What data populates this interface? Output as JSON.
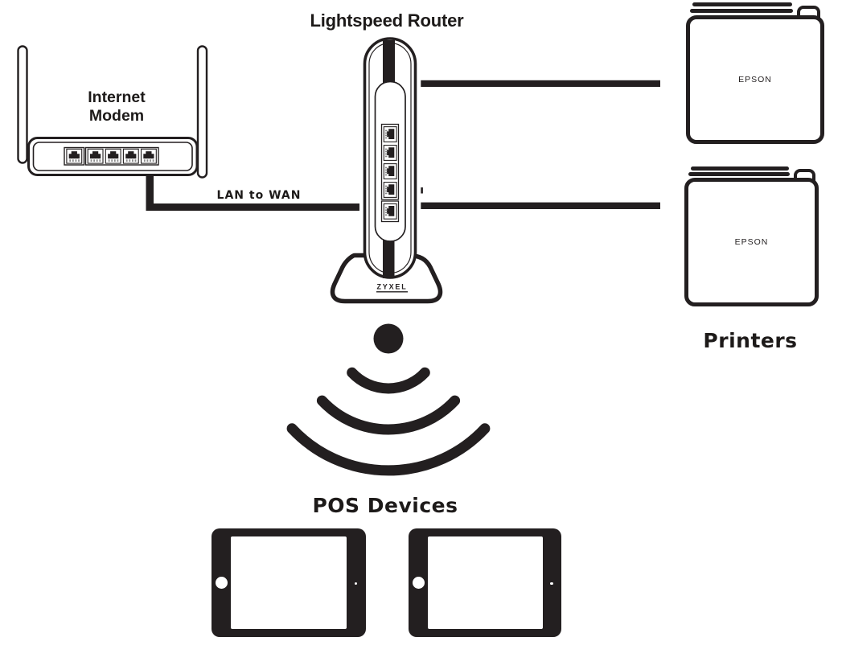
{
  "diagram": {
    "background_color": "#ffffff",
    "ink_color": "#231f20",
    "title": "Lightspeed Router",
    "modem": {
      "label_line1": "Internet",
      "label_line2": "Modem",
      "port_count": 5
    },
    "cable": {
      "label": "LAN to WAN"
    },
    "router": {
      "brand": "ZYXEL",
      "port_count": 5
    },
    "printers": {
      "label": "Printers",
      "brand": "EPSON",
      "count": 2
    },
    "wifi": {
      "arc_count": 3
    },
    "pos": {
      "label": "POS Devices",
      "count": 2
    }
  }
}
